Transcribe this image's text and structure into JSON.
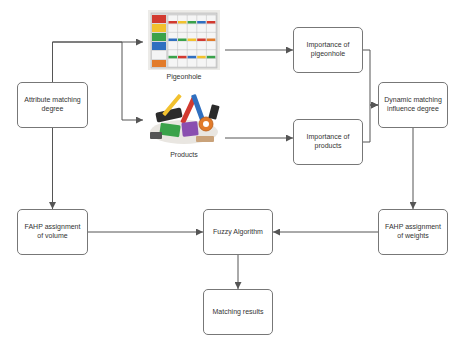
{
  "diagram": {
    "nodes": [
      {
        "text": [
          "Pigeonhole"
        ]
      },
      {
        "text": [
          "Importance of pigeonhole"
        ]
      },
      {
        "text": [
          "Attribute matching degree"
        ]
      },
      {
        "text": [
          "Dynamic matching influence degree"
        ]
      },
      {
        "text": [
          "Products"
        ]
      },
      {
        "text": [
          "Importance of products"
        ]
      },
      {
        "text": [
          "FAHP assignment of volume"
        ]
      },
      {
        "text": [
          "Fuzzy Algorithm"
        ]
      },
      {
        "text": [
          "FAHP assignment of weights"
        ]
      },
      {
        "text": [
          "Matching results"
        ]
      }
    ],
    "edges": [
      {
        "from": 2,
        "to": 0,
        "arrow": "to"
      },
      {
        "from": 2,
        "to": 4,
        "arrow": "to"
      },
      {
        "from": 0,
        "to": 1,
        "arrow": "to"
      },
      {
        "from": 4,
        "to": 5,
        "arrow": "to"
      },
      {
        "from": 1,
        "to": 3,
        "arrow": "to"
      },
      {
        "from": 5,
        "to": 3,
        "arrow": "to"
      },
      {
        "from": 3,
        "to": 8,
        "arrow": "to"
      },
      {
        "from": 2,
        "to": 6,
        "arrow": "to"
      },
      {
        "from": 6,
        "to": 7,
        "arrow": "to"
      },
      {
        "from": 8,
        "to": 7,
        "arrow": "to"
      },
      {
        "from": 7,
        "to": 9,
        "arrow": "to"
      }
    ]
  }
}
